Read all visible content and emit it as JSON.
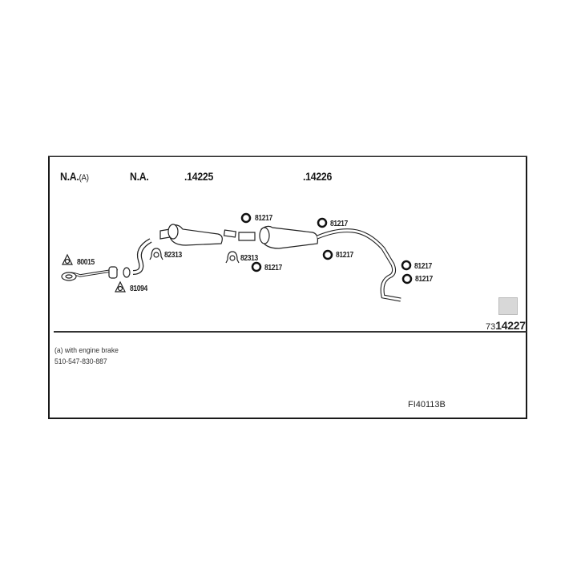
{
  "header": {
    "col1": "N.A.",
    "col1_note": "(A)",
    "col2": "N.A.",
    "col3": ".14225",
    "col4": ".14226"
  },
  "parts": [
    {
      "id": "80015",
      "type": "gasket",
      "icon": "gasket-icon"
    },
    {
      "id": "81094",
      "type": "gasket",
      "icon": "gasket-icon"
    },
    {
      "id": "82313",
      "type": "clamp",
      "icon": "clamp-icon"
    },
    {
      "id": "82313",
      "type": "clamp",
      "icon": "clamp-icon"
    },
    {
      "id": "81217",
      "type": "rubber-mount",
      "icon": "ring-icon"
    },
    {
      "id": "81217",
      "type": "rubber-mount",
      "icon": "ring-icon"
    },
    {
      "id": "81217",
      "type": "rubber-mount",
      "icon": "ring-icon"
    },
    {
      "id": "81217",
      "type": "rubber-mount",
      "icon": "ring-icon"
    },
    {
      "id": "81217",
      "type": "rubber-mount",
      "icon": "ring-icon"
    },
    {
      "id": "81217",
      "type": "rubber-mount",
      "icon": "ring-icon"
    }
  ],
  "reference": {
    "prefix": "73",
    "number": "14227",
    "icon": "qr-code-icon"
  },
  "notes": {
    "line1": "(a) with engine brake",
    "line2": "510-547-830-887"
  },
  "code": "FI40113B"
}
